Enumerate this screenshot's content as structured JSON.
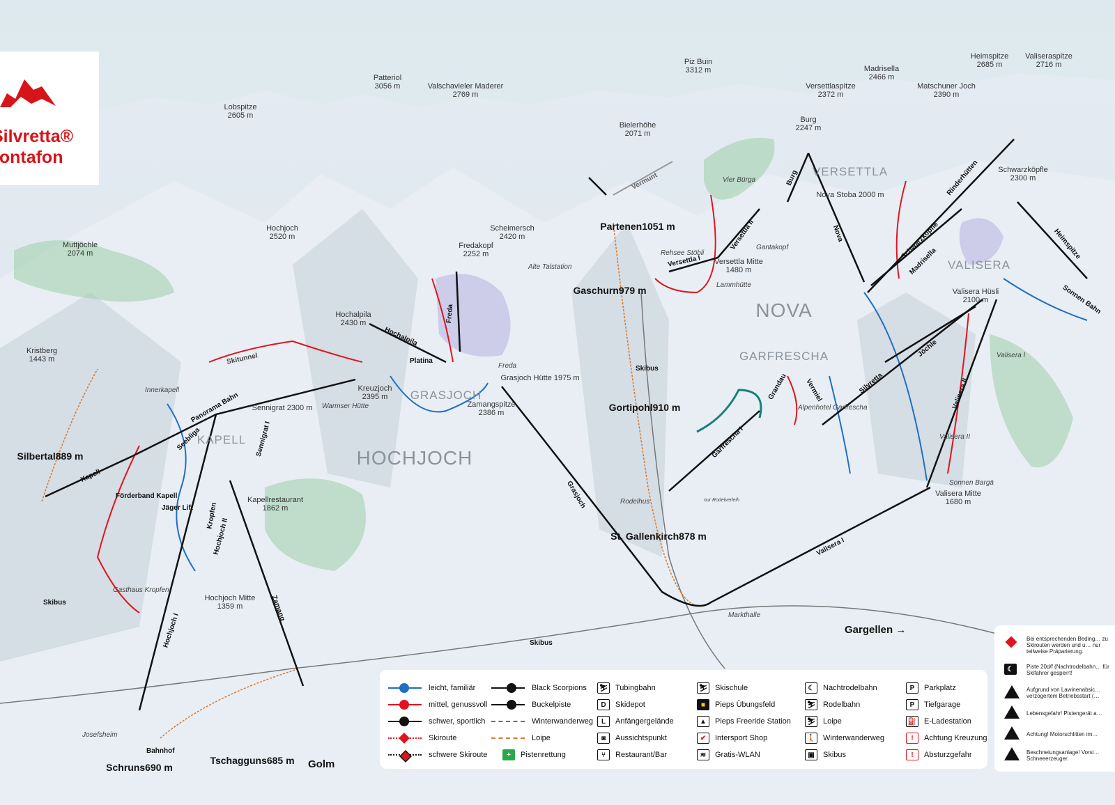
{
  "logo": {
    "line1": "Silvretta®",
    "line2": "Montafon",
    "color": "#d7141a"
  },
  "peaks": [
    {
      "name": "Lobspitze",
      "elev": "2605 m"
    },
    {
      "name": "Patteriol",
      "elev": "3056 m"
    },
    {
      "name": "Valschavieler Maderer",
      "elev": "2769 m"
    },
    {
      "name": "Piz Buin",
      "elev": "3312 m"
    },
    {
      "name": "Bielerhöhe",
      "elev": "2071 m"
    },
    {
      "name": "Burg",
      "elev": "2247 m"
    },
    {
      "name": "Versettlaspitze",
      "elev": "2372 m"
    },
    {
      "name": "Madrisella",
      "elev": "2466 m"
    },
    {
      "name": "Matschuner Joch",
      "elev": "2390 m"
    },
    {
      "name": "Heimspitze",
      "elev": "2685 m"
    },
    {
      "name": "Valiseraspitze",
      "elev": "2716 m"
    },
    {
      "name": "Muttjöchle",
      "elev": "2074 m"
    },
    {
      "name": "Hochjoch",
      "elev": "2520 m"
    },
    {
      "name": "Scheimersch",
      "elev": "2420 m"
    },
    {
      "name": "Fredakopf",
      "elev": "2252 m"
    },
    {
      "name": "Hochalpila",
      "elev": "2430 m"
    },
    {
      "name": "Kreuzjoch",
      "elev": "2395 m"
    },
    {
      "name": "Zamangspitze",
      "elev": "2386 m"
    },
    {
      "name": "Sennigrat",
      "elev": "2300 m"
    },
    {
      "name": "Kapellrestaurant",
      "elev": "1862 m"
    },
    {
      "name": "Hochjoch Mitte",
      "elev": "1359 m"
    },
    {
      "name": "Versettla Mitte",
      "elev": "1480 m"
    },
    {
      "name": "Nova Stoba",
      "elev": "2000 m"
    },
    {
      "name": "Schwarzköpfle",
      "elev": "2300 m"
    },
    {
      "name": "Valisera Mitte",
      "elev": "1680 m"
    },
    {
      "name": "Kristberg",
      "elev": "1443 m"
    },
    {
      "name": "Grasjoch Hütte",
      "elev": "1975 m"
    },
    {
      "name": "Valisera Hüsli",
      "elev": "2100 m"
    }
  ],
  "towns": [
    {
      "name": "Partenen",
      "elev": "1051 m"
    },
    {
      "name": "Gaschurn",
      "elev": "979 m"
    },
    {
      "name": "Gortipohl",
      "elev": "910 m"
    },
    {
      "name": "St. Gallenkirch",
      "elev": "878 m"
    },
    {
      "name": "Silbertal",
      "elev": "889 m"
    },
    {
      "name": "Schruns",
      "elev": "690 m"
    },
    {
      "name": "Tschagguns",
      "elev": "685 m"
    }
  ],
  "areas": {
    "hochjoch": "HOCHJOCH",
    "nova": "NOVA",
    "garfrescha": "GARFRESCHA",
    "versettla": "VERSETTLA",
    "valisera": "VALISERA",
    "kapell": "KAPELL",
    "grasjoch": "GRASJOCH"
  },
  "lifts": [
    "Kapell",
    "Hochjoch I",
    "Zamang",
    "Grasjoch",
    "Valisera I",
    "Panorama Bahn",
    "Hochalpila",
    "Platina",
    "Freda",
    "Versettla I",
    "Versettla II",
    "Burg",
    "Nova",
    "Garfrescha I",
    "Schwarzköpfle",
    "Madrisella",
    "Rinderhütten",
    "Heimspitze",
    "Sonnen Bahn",
    "Valisera II",
    "Jöchle",
    "Silvretta",
    "Vermiel",
    "Grandau",
    "Vermunt",
    "Seebliga",
    "Kropfen",
    "Hochjoch II",
    "Sennigrat I"
  ],
  "places": [
    "Alte Talstation",
    "Rehsee Stöbli",
    "Lammhütte",
    "Gantakopf",
    "Vier Bürga",
    "Innerkapell",
    "Förderband Kapell",
    "Jäger Lift",
    "Gasthaus Kropfen",
    "Josefsheim",
    "Bahnhof",
    "Rodelhus",
    "Alpenhotel Garfrescha",
    "Sonnen Bargä",
    "Markthalle",
    "Warmser Hütte",
    "Skitunnel",
    "Freda",
    "Valisera I",
    "Valisera II",
    "nur Rodelverleih"
  ],
  "misc": {
    "skibus": "Skibus",
    "gargellen": "Gargellen →",
    "golm": "Golm"
  },
  "legend": {
    "col1": [
      "leicht, familiär",
      "mittel, genussvoll",
      "schwer, sportlich",
      "Skiroute",
      "schwere Skiroute"
    ],
    "col2": [
      "Black Scorpions",
      "Buckelpiste",
      "Winterwanderweg",
      "Loipe",
      "Pistenrettung"
    ],
    "col3": [
      {
        "icon": "tubing-icon",
        "glyph": "⛷",
        "label": "Tubingbahn"
      },
      {
        "icon": "skidepot-icon",
        "glyph": "D",
        "label": "Skidepot"
      },
      {
        "icon": "beginner-icon",
        "glyph": "L",
        "label": "Anfängergelände"
      },
      {
        "icon": "viewpoint-icon",
        "glyph": "◙",
        "label": "Aussichtspunkt"
      },
      {
        "icon": "restaurant-icon",
        "glyph": "⑂",
        "label": "Restaurant/Bar"
      }
    ],
    "col4": [
      {
        "icon": "skischool-icon",
        "glyph": "⛷",
        "label": "Skischule"
      },
      {
        "icon": "pieps-field-icon",
        "glyph": "■",
        "label": "Pieps Übungsfeld"
      },
      {
        "icon": "pieps-freeride-icon",
        "glyph": "▲",
        "label": "Pieps Freeride Station"
      },
      {
        "icon": "intersport-icon",
        "glyph": "✔",
        "label": "Intersport Shop"
      },
      {
        "icon": "wifi-icon",
        "glyph": "≋",
        "label": "Gratis-WLAN"
      }
    ],
    "col5": [
      {
        "icon": "night-sled-icon",
        "glyph": "☾",
        "label": "Nachtrodelbahn"
      },
      {
        "icon": "sled-icon",
        "glyph": "⛷",
        "label": "Rodelbahn"
      },
      {
        "icon": "cross-country-icon",
        "glyph": "⛷",
        "label": "Loipe"
      },
      {
        "icon": "hiker-icon",
        "glyph": "🚶",
        "label": "Winterwanderweg"
      },
      {
        "icon": "bus-icon",
        "glyph": "▣",
        "label": "Skibus"
      }
    ],
    "col6": [
      {
        "icon": "parking-icon",
        "glyph": "P",
        "label": "Parkplatz"
      },
      {
        "icon": "garage-icon",
        "glyph": "P",
        "label": "Tiefgarage"
      },
      {
        "icon": "ev-charging-icon",
        "glyph": "⛽",
        "label": "E-Ladestation"
      },
      {
        "icon": "crossing-warning-icon",
        "glyph": "!",
        "label": "Achtung Kreuzung"
      },
      {
        "icon": "fall-warning-icon",
        "glyph": "!",
        "label": "Absturzgefahr"
      }
    ],
    "colors": {
      "easy": "#1f6fc1",
      "medium": "#e0141f",
      "hard": "#111111",
      "winterwalk": "#1e9a46",
      "loipe": "#d9782a",
      "rescue": "#2aa84a"
    }
  },
  "notes": [
    "Bei entsprechenden Beding… zu Skirouten werden und u… nur teilweise Präparierung.",
    "Piste 20d/f (Nachtrodelbahn… für Skifahrer gesperrt!",
    "Aufgrund von Lawinenabsic… verzögertem Betriebsstart (…",
    "Lebensgefahr! Pistengerät a…",
    "Achtung! Motorschlitten im…",
    "Beschneiungsanlage! Vorsi… Schneeerzeuger."
  ]
}
